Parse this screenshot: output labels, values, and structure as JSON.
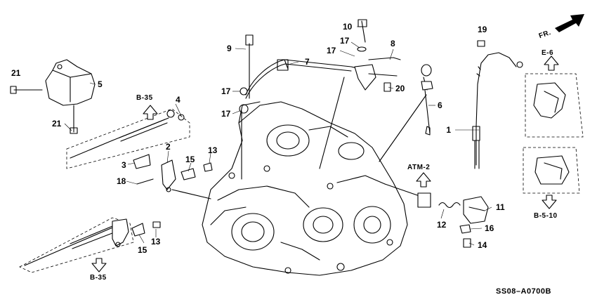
{
  "callouts": [
    "1",
    "2",
    "3",
    "4",
    "5",
    "6",
    "7",
    "8",
    "9",
    "10",
    "11",
    "12",
    "13",
    "14",
    "15",
    "16",
    "17",
    "18",
    "19",
    "20",
    "21"
  ],
  "refs": {
    "b35_top": "B-35",
    "b35_bottom": "B-35",
    "e6": "E-6",
    "atm2": "ATM-2",
    "b510": "B-5-10"
  },
  "direction": "FR.",
  "diagram_code": "SS08–A0700B"
}
